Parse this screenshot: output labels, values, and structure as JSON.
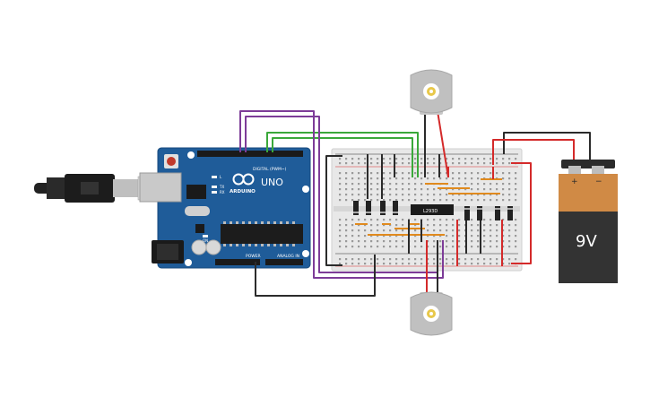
{
  "arduino": {
    "brand": "ARDUINO",
    "model": "UNO",
    "digital_label": "DIGITAL (PWM~)",
    "power_label": "POWER",
    "analog_label": "ANALOG IN",
    "tx_label": "TX",
    "rx_label": "RX",
    "l_label": "L",
    "on_label": "ON"
  },
  "breadboard": {
    "chip_label": "L293D"
  },
  "battery": {
    "voltage_label": "9V",
    "plus_label": "+",
    "minus_label": "−"
  },
  "colors": {
    "arduino_board": "#1f5c99",
    "breadboard": "#e8e8e8",
    "wire_red": "#d42a2a",
    "wire_black": "#2b2b2b",
    "wire_green": "#3aa83a",
    "wire_purple": "#7d3c98",
    "battery_top": "#d08a45",
    "battery_body": "#333333",
    "motor_shaft": "#e8c84a"
  }
}
